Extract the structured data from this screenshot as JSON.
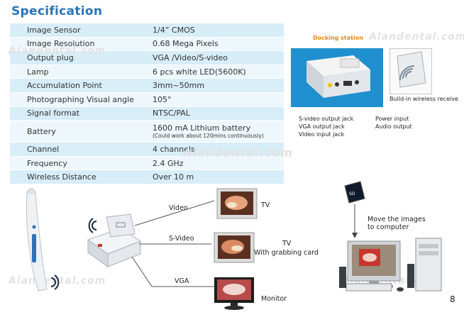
{
  "title": "Specification",
  "specs": [
    {
      "label": "Image Sensor",
      "value": "1/4” CMOS"
    },
    {
      "label": "Image Resolution",
      "value": "0.68 Mega Pixels"
    },
    {
      "label": "Output plug",
      "value": "VGA /Video/S-video"
    },
    {
      "label": "Lamp",
      "value": "6 pcs white LED(5600K)"
    },
    {
      "label": "Accumulation Point",
      "value": "3mm~50mm"
    },
    {
      "label": "Photographing Visual angle",
      "value": "105°"
    },
    {
      "label": "Signal format",
      "value": "NTSC/PAL"
    },
    {
      "label": "Battery",
      "value": "1600 mA Lithium battery",
      "note": "(Could work about 120mins continuously)"
    },
    {
      "label": "Channel",
      "value": "4 channels"
    },
    {
      "label": "Frequency",
      "value": "2.4 GHz"
    },
    {
      "label": "Wireless Distance",
      "value": "Over 10 m"
    }
  ],
  "docking": {
    "title": "Docking station",
    "wireless_caption": "Build-in wireless receive",
    "jacks_left": [
      "S-video output jack",
      "VGA output jack",
      "Video input jack"
    ],
    "jacks_right": [
      "Power input",
      "Audio output"
    ]
  },
  "connections": {
    "video": "Video",
    "tv": "TV",
    "svideo": "S-Video",
    "tv2": "TV",
    "grab": "With grabbing card",
    "vga": "VGA",
    "monitor": "Monitor"
  },
  "computer": {
    "caption_line1": "Move the images",
    "caption_line2": "to computer"
  },
  "page_number": "8",
  "watermark": "Alandental.com",
  "colors": {
    "title": "#2a74b6",
    "accent_orange": "#e08a1e",
    "row_dark": "#d7edf8",
    "row_light": "#eef7fc"
  }
}
